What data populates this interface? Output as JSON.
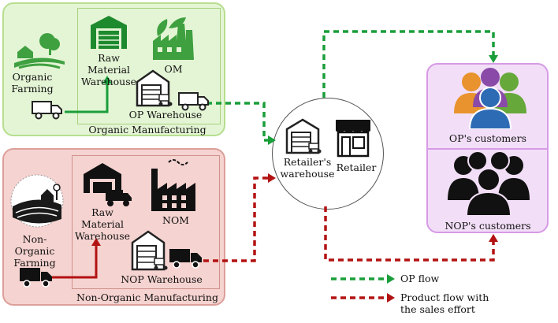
{
  "organic": {
    "farming": [
      "Organic",
      "Farming"
    ],
    "raw_warehouse": [
      "Raw",
      "Material",
      "Warehouse"
    ],
    "om": "OM",
    "op_warehouse": "OP Warehouse",
    "section_label": "Organic Manufacturing"
  },
  "non_organic": {
    "farming": [
      "Non-Organic",
      "Farming"
    ],
    "raw_warehouse": [
      "Raw",
      "Material",
      "Warehouse"
    ],
    "nom": "NOM",
    "nop_warehouse": "NOP Warehouse",
    "section_label": "Non-Organic Manufacturing"
  },
  "retailer": {
    "warehouse": [
      "Retailer's",
      "warehouse"
    ],
    "retailer": "Retailer"
  },
  "customers": {
    "op": "OP's customers",
    "nop": "NOP's customers"
  },
  "legend": {
    "op_flow": "OP flow",
    "product_flow": [
      "Product flow with",
      "the sales effort"
    ]
  },
  "colors": {
    "green": "#1a9e3a",
    "red": "#b31212",
    "organic_bg": "#e3f6d2",
    "non_organic_bg": "#f6d2cf",
    "customers_bg": "#f1ddf6"
  }
}
